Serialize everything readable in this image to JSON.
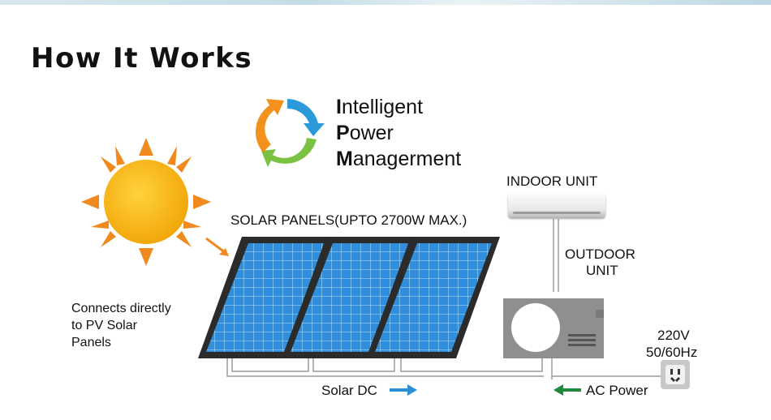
{
  "title": "How It Works",
  "ipm": {
    "line1_initial": "I",
    "line1_rest": "ntelligent",
    "line2_initial": "P",
    "line2_rest": "ower",
    "line3_initial": "M",
    "line3_rest": "anagerment"
  },
  "labels": {
    "solar_panels": "SOLAR PANELS(UPTO  2700W  MAX.)",
    "indoor_unit": "INDOOR UNIT",
    "outdoor_unit_line1": "OUTDOOR",
    "outdoor_unit_line2": "UNIT",
    "connects_line1": "Connects directly",
    "connects_line2": "to PV Solar",
    "connects_line3": "Panels",
    "voltage": "220V",
    "frequency": "50/60Hz",
    "solar_dc": "Solar DC",
    "ac_power": "AC Power"
  },
  "colors": {
    "sun": "#f5b40f",
    "sun_rays": "#f08a1e",
    "panel_frame": "#2b2b2b",
    "panel_cell": "#2f8fdc",
    "arrow_blue": "#2a8fd6",
    "arrow_green": "#1f8a3c",
    "cycle_orange": "#f2911b",
    "cycle_blue": "#2a9ad8",
    "cycle_green": "#7cc242"
  },
  "icons": [
    "sun-icon",
    "cycle-arrows-icon",
    "solar-panel-icon",
    "indoor-unit-icon",
    "outdoor-unit-icon",
    "power-socket-icon",
    "arrow-right-icon",
    "arrow-left-icon"
  ]
}
